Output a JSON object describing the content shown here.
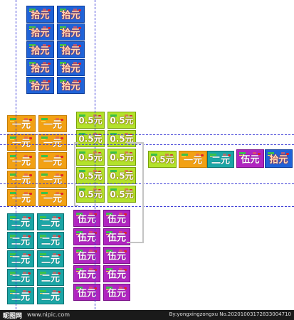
{
  "labels": {
    "ten": "拾元",
    "one": "一元",
    "half": "0.5元",
    "two": "二元",
    "five": "伍元"
  },
  "colors": {
    "ten": "#1f63d8",
    "one": "#f2a114",
    "half": "#b3e22b",
    "two": "#1ca6a6",
    "five": "#b025c0",
    "guide": "#3b3bd6"
  },
  "watermark": {
    "brand": "昵图网",
    "site": "www.nipic.com",
    "credit": "By:yongxingzongxu No.20201003172833004710"
  }
}
